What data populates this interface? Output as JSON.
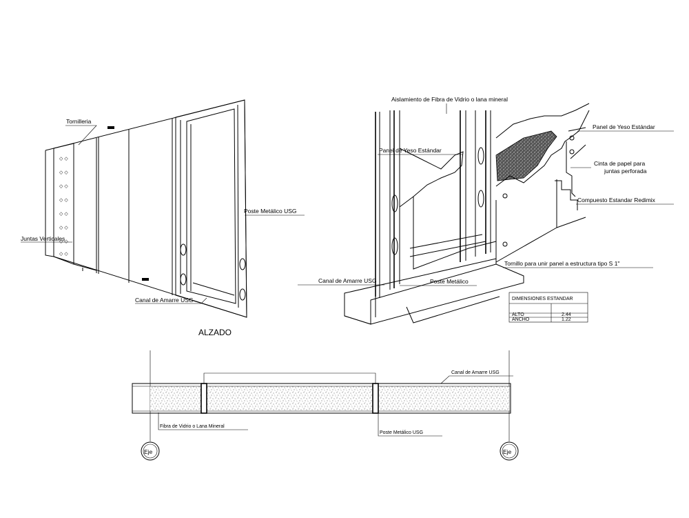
{
  "elevation": {
    "title": "ALZADO",
    "labels": {
      "screws": "Tornilleria",
      "vertical_joints": "Juntas Verticales",
      "stud": "Poste Metálico USG",
      "track": "Canal de Amarre USG"
    }
  },
  "isometric": {
    "labels": {
      "insulation": "Aislamiento de Fibra de Vidrio o lana mineral",
      "gypsum_panel_right": "Panel de Yeso Estándar",
      "gypsum_panel_center": "Panel de Yeso Estándar",
      "tape_line1": "Cinta de papel para",
      "tape_line2": "juntas perforada",
      "compound": "Compuesto Estandar Redimix",
      "screw": "Tornillo para unir panel a estructura tipo S 1\"",
      "track": "Canal de Amarre USG",
      "stud": "Poste Metálico"
    },
    "dimensions_table": {
      "header": "DIMENSIONES ESTANDAR",
      "rows": [
        {
          "name": "ALTO",
          "value": "2.44"
        },
        {
          "name": "ANCHO",
          "value": "1.22"
        }
      ]
    }
  },
  "plan": {
    "labels": {
      "track": "Canal de Amarre USG",
      "insulation": "Fibra de Vidrio o Lana Mineral",
      "stud": "Poste Metálico USG",
      "axis_left": "Eje",
      "axis_right": "Eje"
    }
  }
}
